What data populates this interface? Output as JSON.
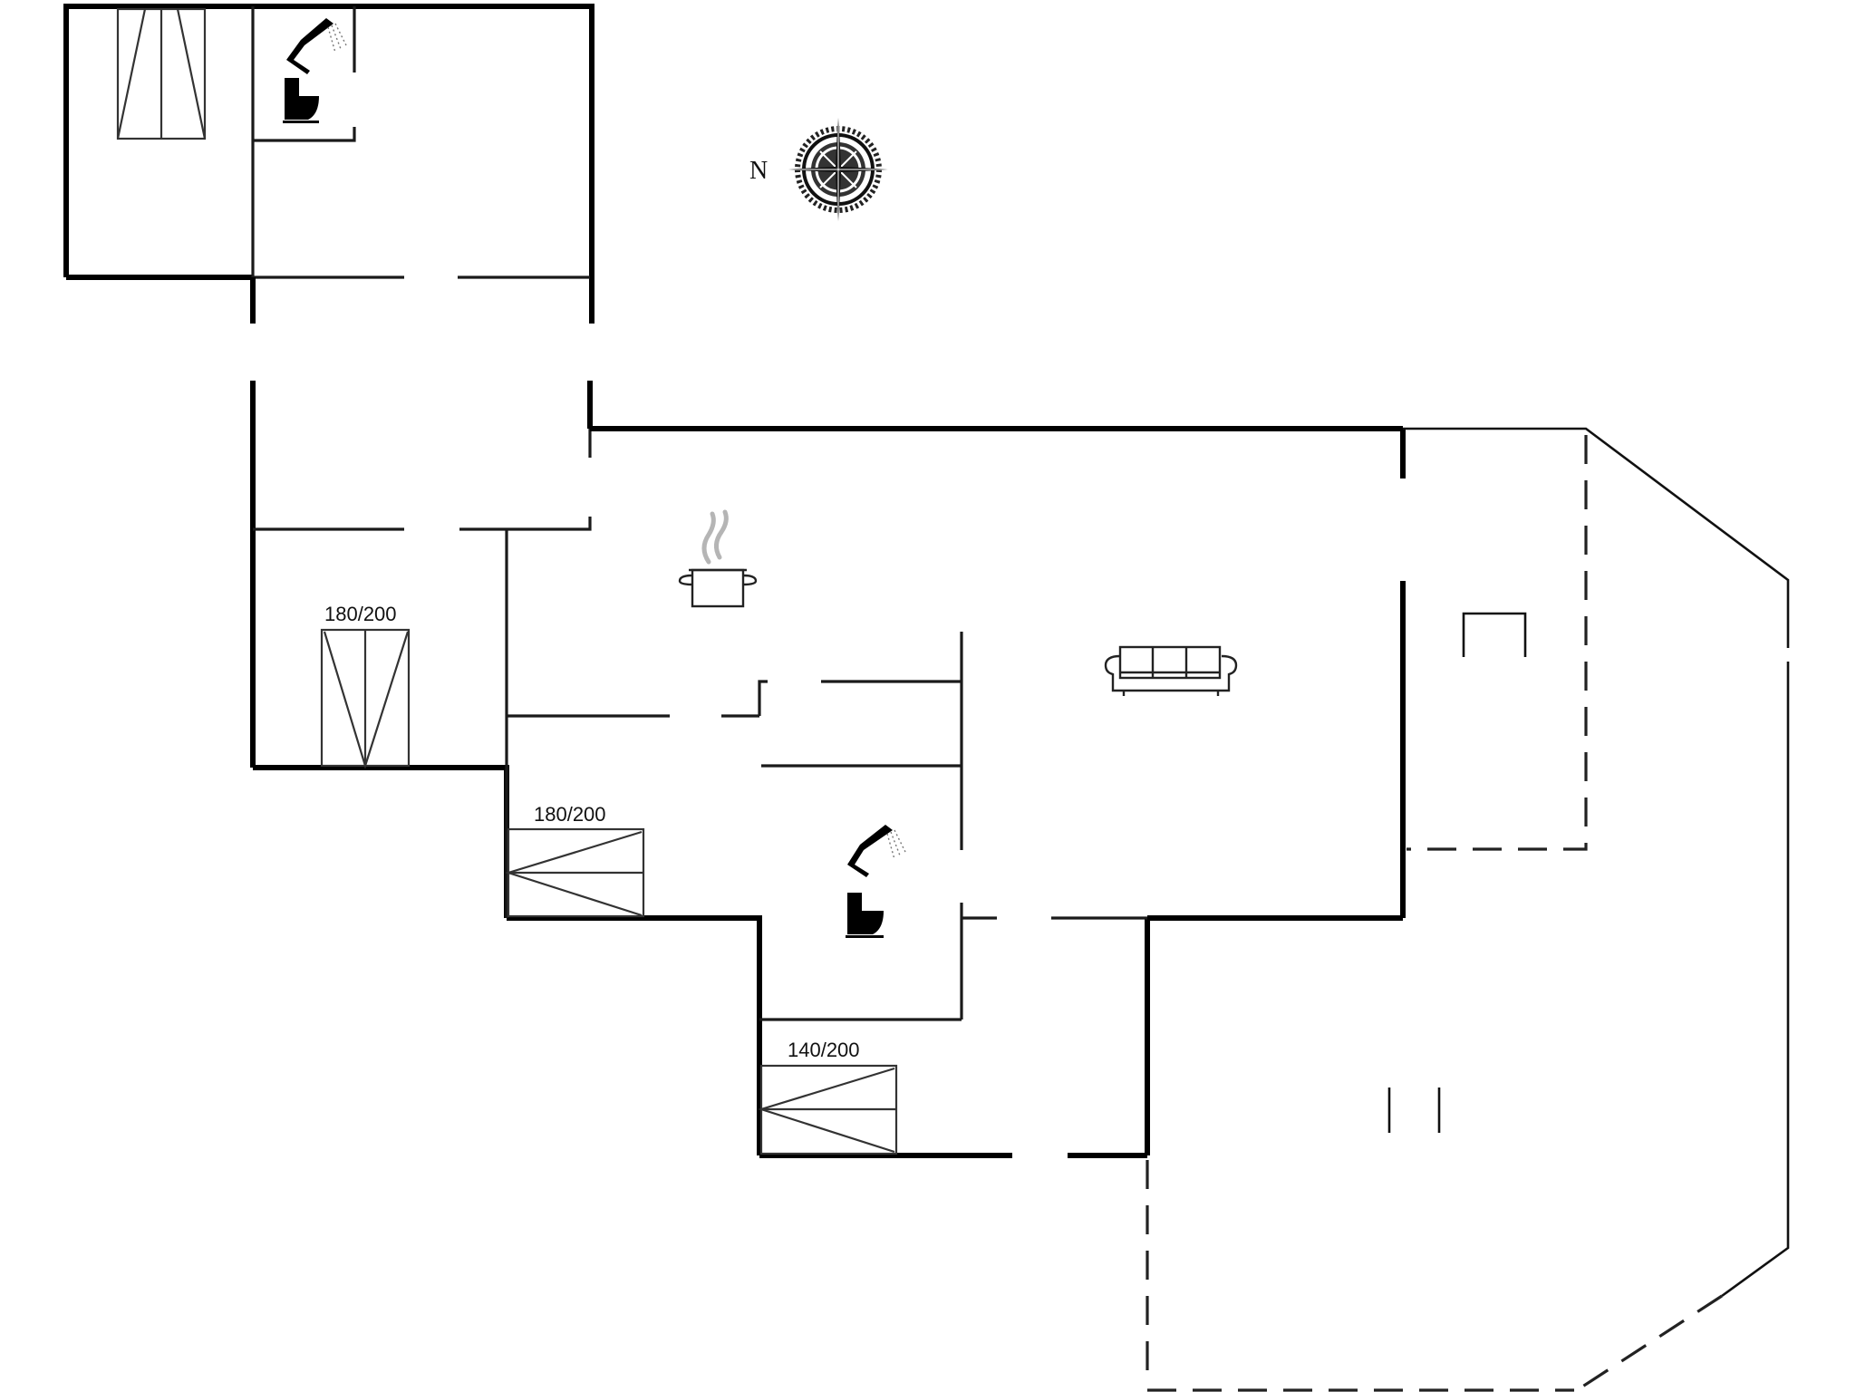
{
  "floorplan": {
    "compass": {
      "north_label": "N"
    },
    "bed_labels": {
      "bedroom_left": "180/200",
      "bedroom_middle": "180/200",
      "bedroom_lower": "140/200"
    },
    "icons": [
      "shower-icon",
      "toilet-icon",
      "cooking-pot-icon",
      "sofa-icon",
      "compass-rose-icon"
    ],
    "colors": {
      "background": "#ffffff",
      "walls": "#000000",
      "steam": "#b5b5b5"
    }
  }
}
